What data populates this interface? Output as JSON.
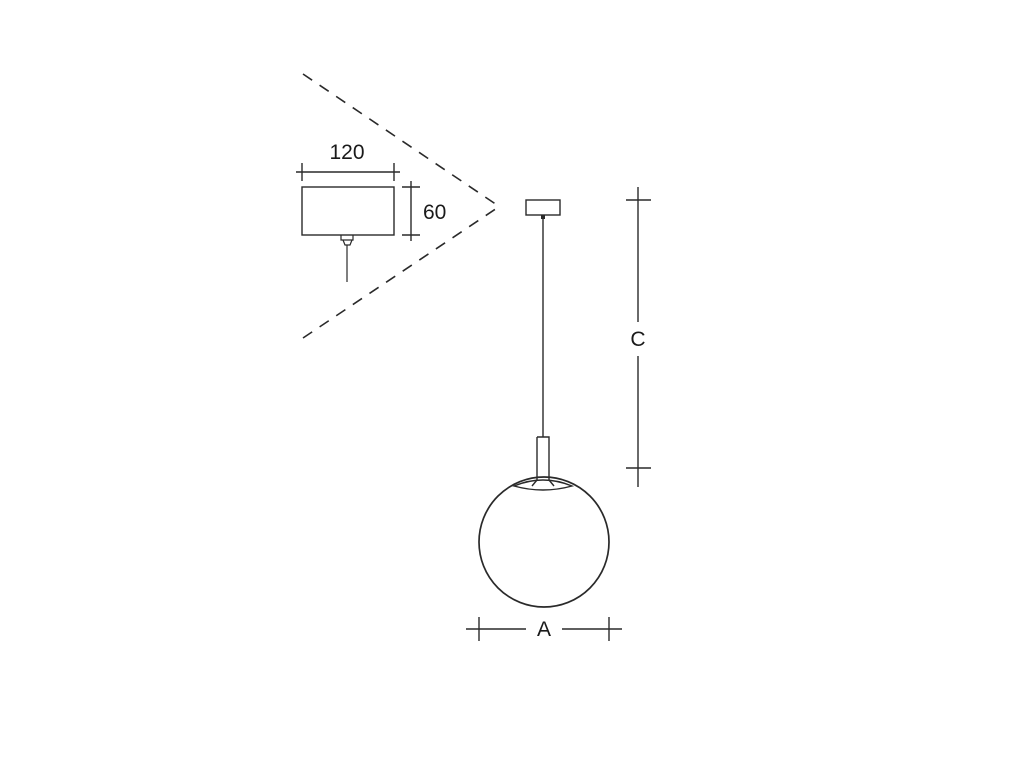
{
  "canopy_detail": {
    "width_label": "120",
    "height_label": "60"
  },
  "pendant": {
    "diameter_label": "A",
    "drop_label": "C"
  },
  "colors": {
    "line": "#2a2a2a",
    "background": "#ffffff"
  }
}
